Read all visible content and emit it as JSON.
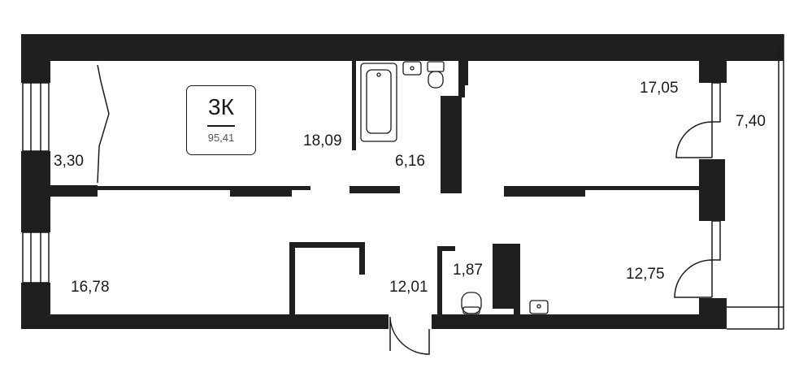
{
  "apartment": {
    "type": "3К",
    "total_area": "95,41"
  },
  "rooms": {
    "closet_left": "3,30",
    "room_main": "18,09",
    "bathroom": "6,16",
    "bedroom_top_right": "17,05",
    "balcony": "7,40",
    "room_bottom_left": "16,78",
    "hallway": "12,01",
    "toilet": "1,87",
    "bedroom_bottom_right": "12,75"
  },
  "colors": {
    "wall": "#1f1f1f",
    "line": "#1a1a1a",
    "background": "#ffffff"
  }
}
